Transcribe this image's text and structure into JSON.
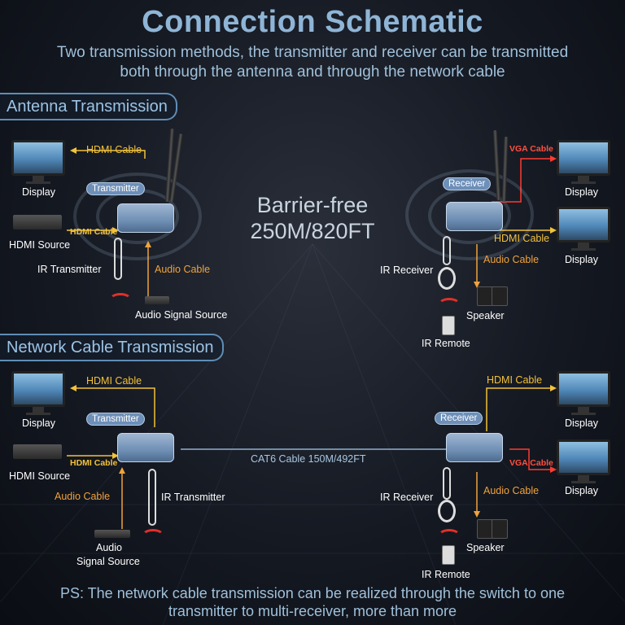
{
  "title": "Connection Schematic",
  "subtitle_line1": "Two transmission methods, the transmitter and receiver can be transmitted",
  "subtitle_line2": "both through the antenna and through the network cable",
  "antenna": {
    "heading": "Antenna Transmission",
    "barrier_line1": "Barrier-free",
    "barrier_line2": "250M/820FT",
    "tx": {
      "display": "Display",
      "hdmi_cable": "HDMI Cable",
      "transmitter_tag": "Transmitter",
      "hdmi_source": "HDMI Source",
      "hdmi_cable_small": "HDMI Cable",
      "ir_transmitter": "IR Transmitter",
      "audio_cable": "Audio Cable",
      "audio_source": "Audio Signal Source"
    },
    "rx": {
      "receiver_tag": "Receiver",
      "vga_cable": "VGA Cable",
      "display_1": "Display",
      "hdmi_cable": "HDMI Cable",
      "display_2": "Display",
      "audio_cable": "Audio Cable",
      "ir_receiver": "IR Receiver",
      "speaker": "Speaker",
      "ir_remote": "IR Remote"
    }
  },
  "network": {
    "heading": "Network Cable Transmission",
    "cat6": "CAT6 Cable 150M/492FT",
    "tx": {
      "display": "Display",
      "hdmi_cable": "HDMI Cable",
      "transmitter_tag": "Transmitter",
      "hdmi_source": "HDMI Source",
      "hdmi_cable_small": "HDMI Cable",
      "audio_cable": "Audio Cable",
      "ir_transmitter": "IR Transmitter",
      "audio_source_1": "Audio",
      "audio_source_2": "Signal Source"
    },
    "rx": {
      "receiver_tag": "Receiver",
      "hdmi_cable": "HDMI Cable",
      "display_1": "Display",
      "vga_cable": "VGA Cable",
      "display_2": "Display",
      "ir_receiver": "IR Receiver",
      "audio_cable": "Audio Cable",
      "speaker": "Speaker",
      "ir_remote": "IR Remote"
    }
  },
  "ps_line1": "PS: The network cable transmission can be realized through the switch to one",
  "ps_line2": "transmitter to multi-receiver, more than more",
  "colors": {
    "hdmi": "#f2c23a",
    "audio": "#f0a23c",
    "vga": "#ff3b30",
    "cat6": "#8fb0d0"
  }
}
